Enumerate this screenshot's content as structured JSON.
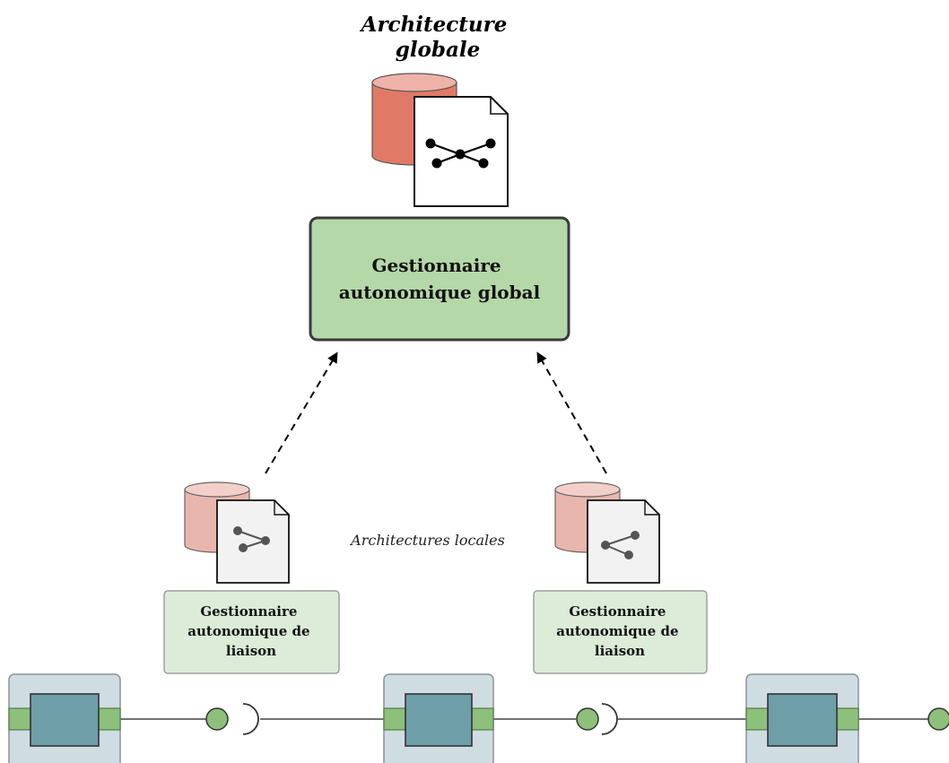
{
  "global_arch_label": [
    "Architecture",
    "globale"
  ],
  "global_manager_label": [
    "Gestionnaire",
    "autonomique global"
  ],
  "local_arch_label": "Architectures locales",
  "binding_manager_left": [
    "Gestionnaire",
    "autonomique de",
    "liaison"
  ],
  "binding_manager_right": [
    "Gestionnaire",
    "autonomique de",
    "liaison"
  ],
  "colors": {
    "db_dark": "#e07a66",
    "db_dark_top": "#efb2a8",
    "db_light": "#e9b6ae",
    "db_light_top": "#f3cfc9",
    "global_manager_fill": "#b5d8a8",
    "global_manager_border": "#3a3a3a",
    "binding_fill": "#dcecd8",
    "binding_border": "#9aa49a",
    "component_outer": "#cfdde2",
    "component_inner": "#6e9ea8",
    "port_green": "#8dc07b",
    "doc_light": "#f2f2f2",
    "doc_white": "#ffffff"
  },
  "icons": {
    "global_database": "database-icon",
    "global_document": "graph-document-icon",
    "local_database": "database-icon",
    "local_document": "share-document-icon",
    "arrows": "dashed-arrow-icon",
    "provided_port": "provided-interface-icon",
    "required_port": "required-interface-icon"
  }
}
